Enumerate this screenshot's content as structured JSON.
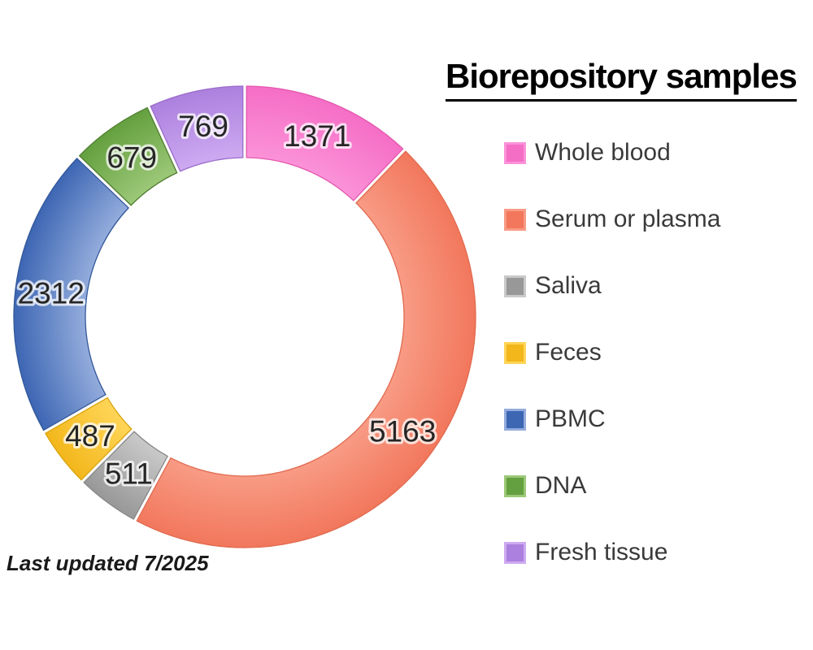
{
  "chart_data": {
    "type": "pie",
    "variant": "donut",
    "title": "Biorepository samples",
    "start_angle_deg": 0,
    "direction": "clockwise",
    "inner_radius_ratio": 0.69,
    "legend_position": "right",
    "data_labels": "values",
    "segments": [
      {
        "label": "Whole blood",
        "value": 1371,
        "color": "#F56EC6",
        "color_inner": "#FB92D8",
        "border": "#E356AC"
      },
      {
        "label": "Serum or plasma",
        "value": 5163,
        "color": "#F2775C",
        "color_inner": "#F89B85",
        "border": "#E06A4F"
      },
      {
        "label": "Saliva",
        "value": 511,
        "color": "#989898",
        "color_inner": "#C9C9C9",
        "border": "#888888"
      },
      {
        "label": "Feces",
        "value": 487,
        "color": "#F3B71C",
        "color_inner": "#FFD558",
        "border": "#D9A40E"
      },
      {
        "label": "PBMC",
        "value": 2312,
        "color": "#3D66B3",
        "color_inner": "#93ACDC",
        "border": "#33589A"
      },
      {
        "label": "DNA",
        "value": 679,
        "color": "#64A03F",
        "color_inner": "#9CC878",
        "border": "#507E31"
      },
      {
        "label": "Fresh tissue",
        "value": 769,
        "color": "#AC80DE",
        "color_inner": "#CDAAF1",
        "border": "#9A6CCB"
      }
    ]
  },
  "footnote": "Last updated 7/2025",
  "label_text_color": "#262626"
}
